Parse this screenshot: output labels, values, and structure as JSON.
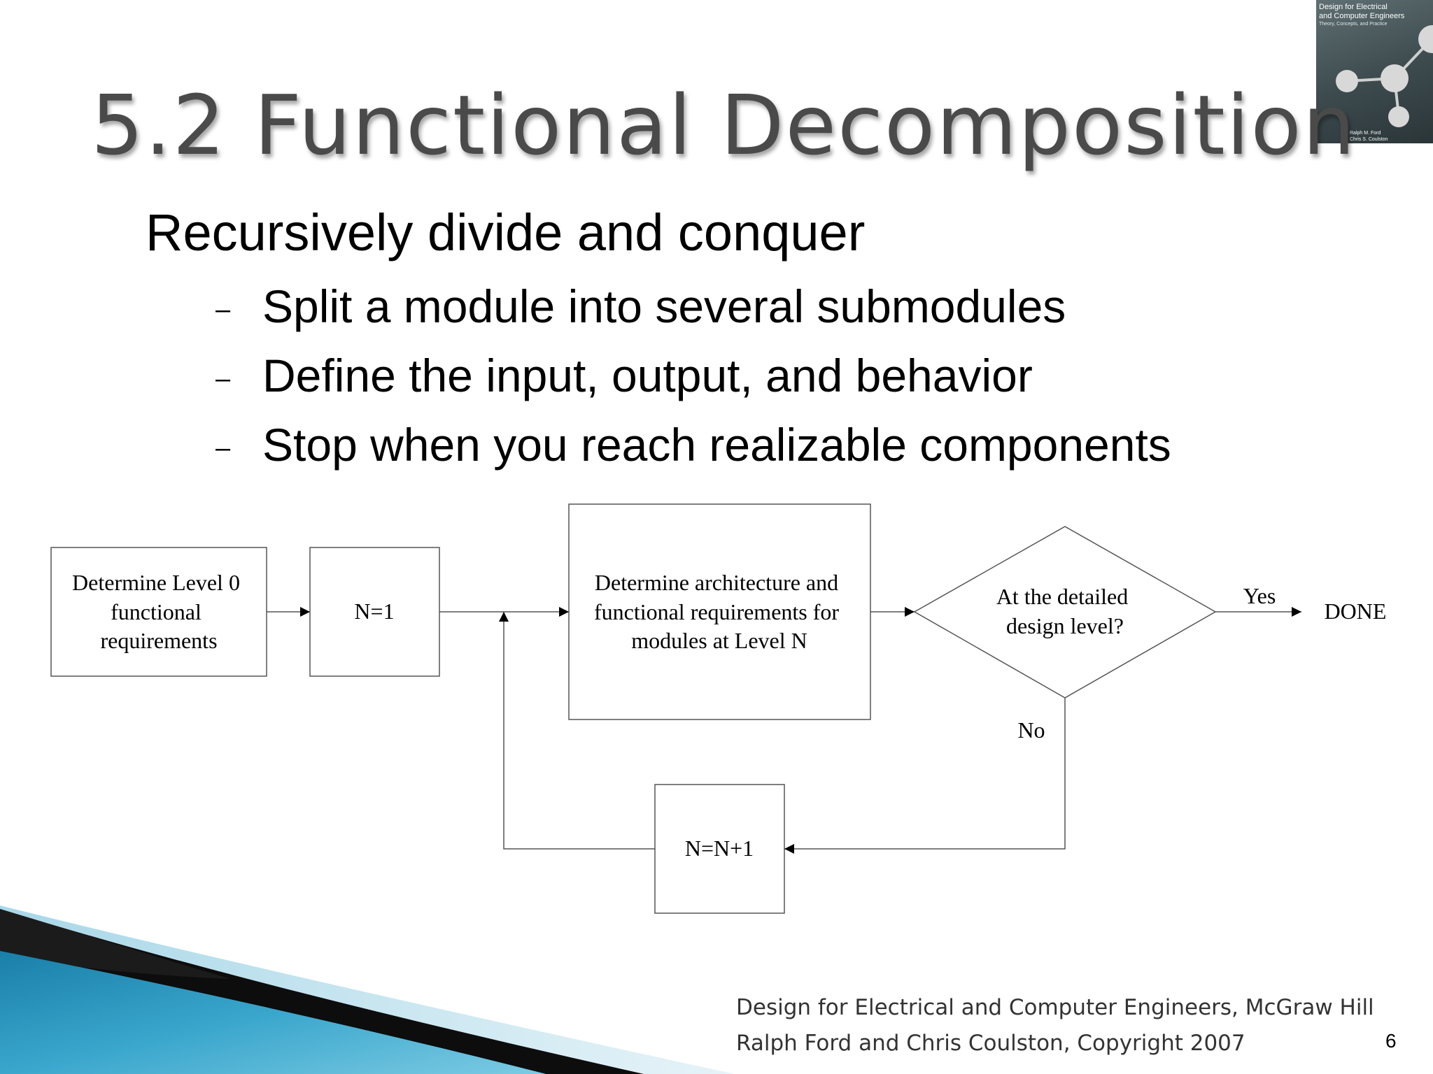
{
  "slide": {
    "title": "5.2 Functional Decomposition",
    "main_bullet": "Recursively divide and conquer",
    "sub_bullets": [
      "Split a module into several submodules",
      "Define the input, output, and behavior",
      "Stop when you reach realizable components"
    ],
    "dash": "–",
    "page_number": "6"
  },
  "book_cover": {
    "title_line1": "Design for Electrical",
    "title_line2": "and Computer Engineers",
    "subtitle": "Theory, Concepts, and Practice",
    "author1": "Ralph M. Ford",
    "author2": "Chris S. Coulston",
    "colors": {
      "background": "#4a5a5e",
      "sphere": "#d8d8d8"
    }
  },
  "flowchart": {
    "nodes": {
      "level0": [
        "Determine Level 0",
        "functional",
        "requirements"
      ],
      "init": "N=1",
      "architecture": [
        "Determine architecture and",
        "functional requirements for",
        "modules at Level N"
      ],
      "decision": [
        "At the detailed",
        "design level?"
      ],
      "done": "DONE",
      "increment": "N=N+1"
    },
    "edge_labels": {
      "yes": "Yes",
      "no": "No"
    }
  },
  "footer": {
    "line1": "Design for Electrical and Computer Engineers, McGraw Hill",
    "line2": "Ralph Ford and Chris Coulston, Copyright 2007"
  }
}
